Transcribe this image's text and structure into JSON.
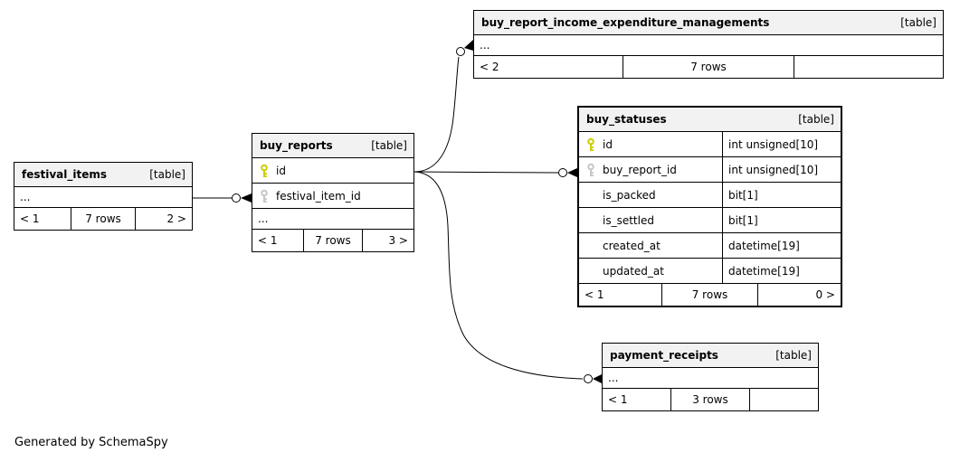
{
  "diagram": {
    "credit": "Generated by SchemaSpy",
    "tables": {
      "briem": {
        "title": "buy_report_income_expenditure_managements",
        "badge": "[table]",
        "rows": [
          {
            "name": "..."
          }
        ],
        "footer": {
          "left": "< 2",
          "center": "7 rows",
          "right": ""
        }
      },
      "festival_items": {
        "title": "festival_items",
        "badge": "[table]",
        "rows": [
          {
            "name": "..."
          }
        ],
        "footer": {
          "left": "< 1",
          "center": "7 rows",
          "right": "2 >"
        }
      },
      "buy_reports": {
        "title": "buy_reports",
        "badge": "[table]",
        "rows": [
          {
            "name": "id",
            "key": "primary-key"
          },
          {
            "name": "festival_item_id",
            "key": "foreign-key"
          },
          {
            "name": "..."
          }
        ],
        "footer": {
          "left": "< 1",
          "center": "7 rows",
          "right": "3 >"
        }
      },
      "buy_statuses": {
        "title": "buy_statuses",
        "badge": "[table]",
        "rows": [
          {
            "name": "id",
            "type": "int unsigned[10]",
            "key": "primary-key"
          },
          {
            "name": "buy_report_id",
            "type": "int unsigned[10]",
            "key": "foreign-key"
          },
          {
            "name": "is_packed",
            "type": "bit[1]"
          },
          {
            "name": "is_settled",
            "type": "bit[1]"
          },
          {
            "name": "created_at",
            "type": "datetime[19]"
          },
          {
            "name": "updated_at",
            "type": "datetime[19]"
          }
        ],
        "footer": {
          "left": "< 1",
          "center": "7 rows",
          "right": "0 >"
        }
      },
      "payment_receipts": {
        "title": "payment_receipts",
        "badge": "[table]",
        "rows": [
          {
            "name": "..."
          }
        ],
        "footer": {
          "left": "< 1",
          "center": "3 rows",
          "right": ""
        }
      }
    },
    "colors": {
      "header_bg": "#f2f2f2",
      "primary_key": "#cccc00",
      "foreign_key": "#c6c6c6",
      "line": "#000000"
    }
  }
}
